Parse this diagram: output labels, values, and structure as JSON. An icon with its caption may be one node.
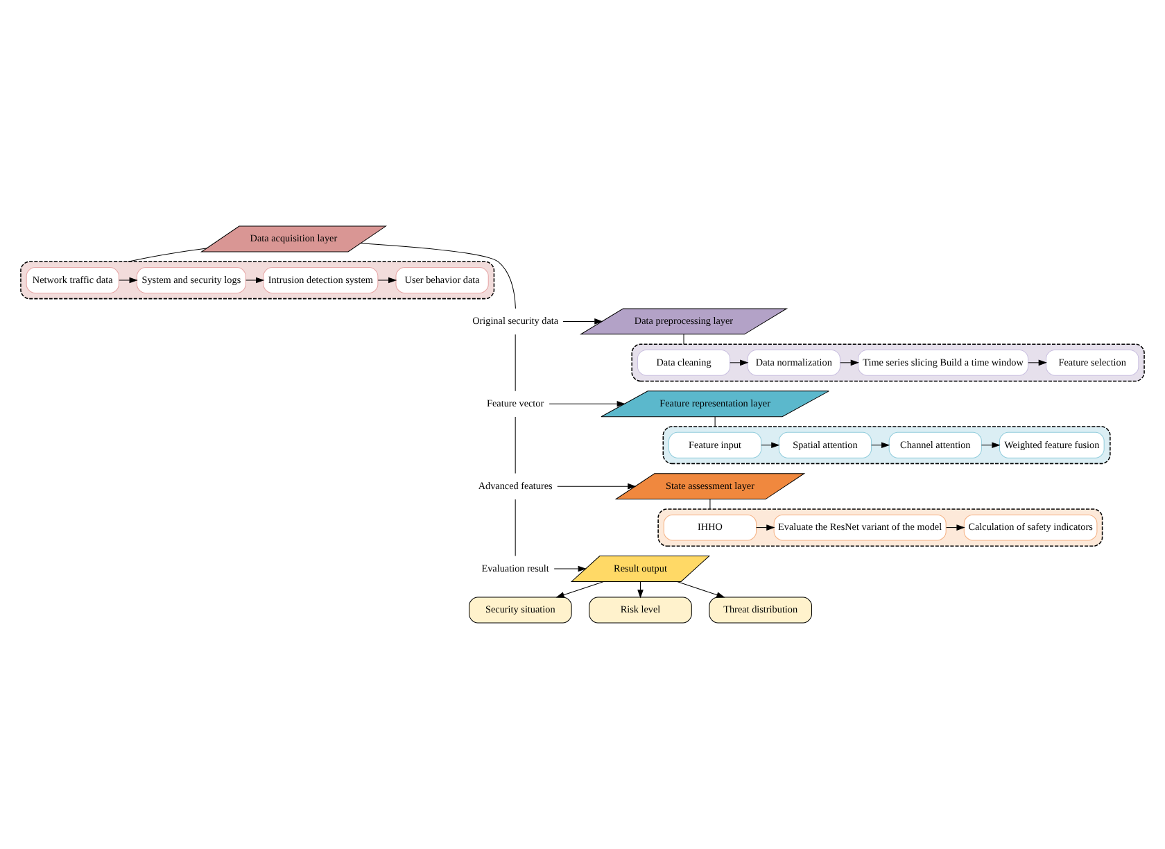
{
  "diagram": {
    "nodes": [
      {
        "text": [
          "Data acquisition layer"
        ]
      },
      {
        "text": [],
        "shape": "box"
      },
      {
        "text": [
          "Network traffic data"
        ],
        "in": 1
      },
      {
        "text": [
          "System and security logs"
        ],
        "in": 1
      },
      {
        "text": [
          "Intrusion detection system"
        ],
        "in": 1
      },
      {
        "text": [
          "User behavior data"
        ],
        "in": 1
      },
      {
        "text": [
          "Original security data"
        ]
      },
      {
        "text": [
          "Data preprocessing layer"
        ]
      },
      {
        "text": [],
        "shape": "box"
      },
      {
        "text": [
          "Data cleaning"
        ],
        "in": 8
      },
      {
        "text": [
          "Data normalization"
        ],
        "in": 8
      },
      {
        "text": [
          "Time series slicing Build a time window"
        ],
        "in": 8
      },
      {
        "text": [
          "Feature selection"
        ],
        "in": 8
      },
      {
        "text": [
          "Feature vector"
        ]
      },
      {
        "text": [
          "Feature representation layer"
        ]
      },
      {
        "text": [],
        "shape": "box"
      },
      {
        "text": [
          "Feature input"
        ],
        "in": 15
      },
      {
        "text": [
          "Spatial attention"
        ],
        "in": 15
      },
      {
        "text": [
          "Channel attention"
        ],
        "in": 15
      },
      {
        "text": [
          "Weighted feature fusion"
        ],
        "in": 15
      },
      {
        "text": [
          "Advanced features"
        ]
      },
      {
        "text": [
          "State assessment layer"
        ]
      },
      {
        "text": [],
        "shape": "box"
      },
      {
        "text": [
          "IHHO"
        ],
        "in": 22
      },
      {
        "text": [
          "Evaluate the ResNet variant of the model"
        ],
        "in": 22
      },
      {
        "text": [
          "Calculation of safety indicators"
        ],
        "in": 22
      },
      {
        "text": [
          "Evaluation result"
        ]
      },
      {
        "text": [
          "Result output"
        ]
      },
      {
        "text": [
          "Security situation"
        ]
      },
      {
        "text": [
          "Risk level"
        ]
      },
      {
        "text": [
          "Threat distribution"
        ]
      }
    ],
    "edges": [
      {
        "from": 0,
        "to": 1,
        "arrow": "none"
      },
      {
        "from": 2,
        "to": 3,
        "arrow": "to"
      },
      {
        "from": 3,
        "to": 4,
        "arrow": "to"
      },
      {
        "from": 4,
        "to": 5,
        "arrow": "to"
      },
      {
        "from": 0,
        "to": 6,
        "arrow": "none"
      },
      {
        "from": 6,
        "to": 7,
        "arrow": "to"
      },
      {
        "from": 7,
        "to": 8,
        "arrow": "none"
      },
      {
        "from": 9,
        "to": 10,
        "arrow": "to"
      },
      {
        "from": 10,
        "to": 11,
        "arrow": "to"
      },
      {
        "from": 11,
        "to": 12,
        "arrow": "to"
      },
      {
        "from": 6,
        "to": 13,
        "arrow": "none"
      },
      {
        "from": 13,
        "to": 14,
        "arrow": "to"
      },
      {
        "from": 14,
        "to": 15,
        "arrow": "none"
      },
      {
        "from": 16,
        "to": 17,
        "arrow": "to"
      },
      {
        "from": 17,
        "to": 18,
        "arrow": "to"
      },
      {
        "from": 18,
        "to": 19,
        "arrow": "to"
      },
      {
        "from": 13,
        "to": 20,
        "arrow": "none"
      },
      {
        "from": 20,
        "to": 21,
        "arrow": "to"
      },
      {
        "from": 21,
        "to": 22,
        "arrow": "none"
      },
      {
        "from": 23,
        "to": 24,
        "arrow": "to"
      },
      {
        "from": 24,
        "to": 25,
        "arrow": "to"
      },
      {
        "from": 20,
        "to": 26,
        "arrow": "none"
      },
      {
        "from": 26,
        "to": 27,
        "arrow": "to"
      },
      {
        "from": 27,
        "to": 28,
        "arrow": "to"
      },
      {
        "from": 27,
        "to": 29,
        "arrow": "to"
      },
      {
        "from": 27,
        "to": 30,
        "arrow": "to"
      }
    ]
  }
}
